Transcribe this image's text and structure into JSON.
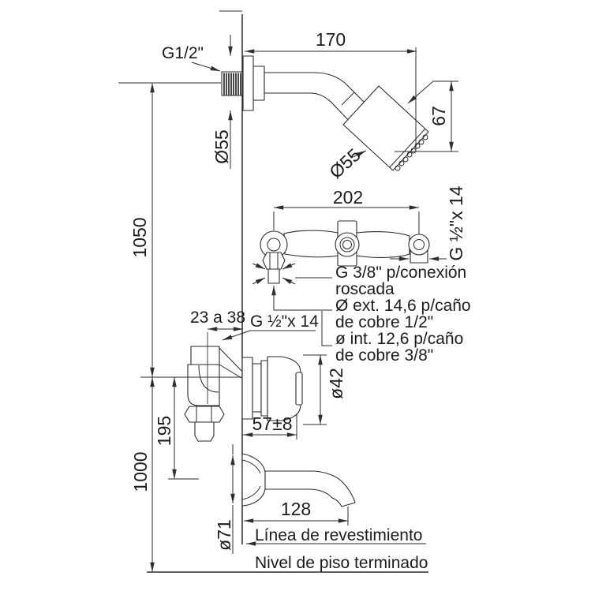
{
  "colors": {
    "line": "#2b2b2b",
    "text": "#1c1c1c",
    "background": "#ffffff"
  },
  "threads": {
    "shower_arm": "G1/2\"",
    "manifold_outlet": "G ½\"x 14",
    "valve_body": "G ½\"x 14"
  },
  "dimensions": {
    "arm_length": "170",
    "head_face_height": "67",
    "arm_flange_diameter": "Ø55",
    "head_diameter": "Ø55",
    "shower_height_above_valve": "1050",
    "manifold_center_distance": "202",
    "embedding_depth_range": "23 a 38",
    "handle_diameter": "ø42",
    "handle_projection": "57±8",
    "valve_to_spout_drop": "195",
    "valve_height_above_floor": "1000",
    "spout_length": "128",
    "spout_flange_diameter": "ø71"
  },
  "notes": {
    "connection_line1": "G 3/8\" p/conexión",
    "connection_line2": "roscada",
    "pipe_ext_line1": "Ø ext. 14,6 p/caño",
    "pipe_ext_line2": "de cobre 1/2\"",
    "pipe_int_line1": "ø int. 12,6 p/caño",
    "pipe_int_line2": "de cobre 3/8\""
  },
  "reference_lines": {
    "finish_line": "Línea de revestimiento",
    "floor_line": "Nivel de piso terminado"
  }
}
